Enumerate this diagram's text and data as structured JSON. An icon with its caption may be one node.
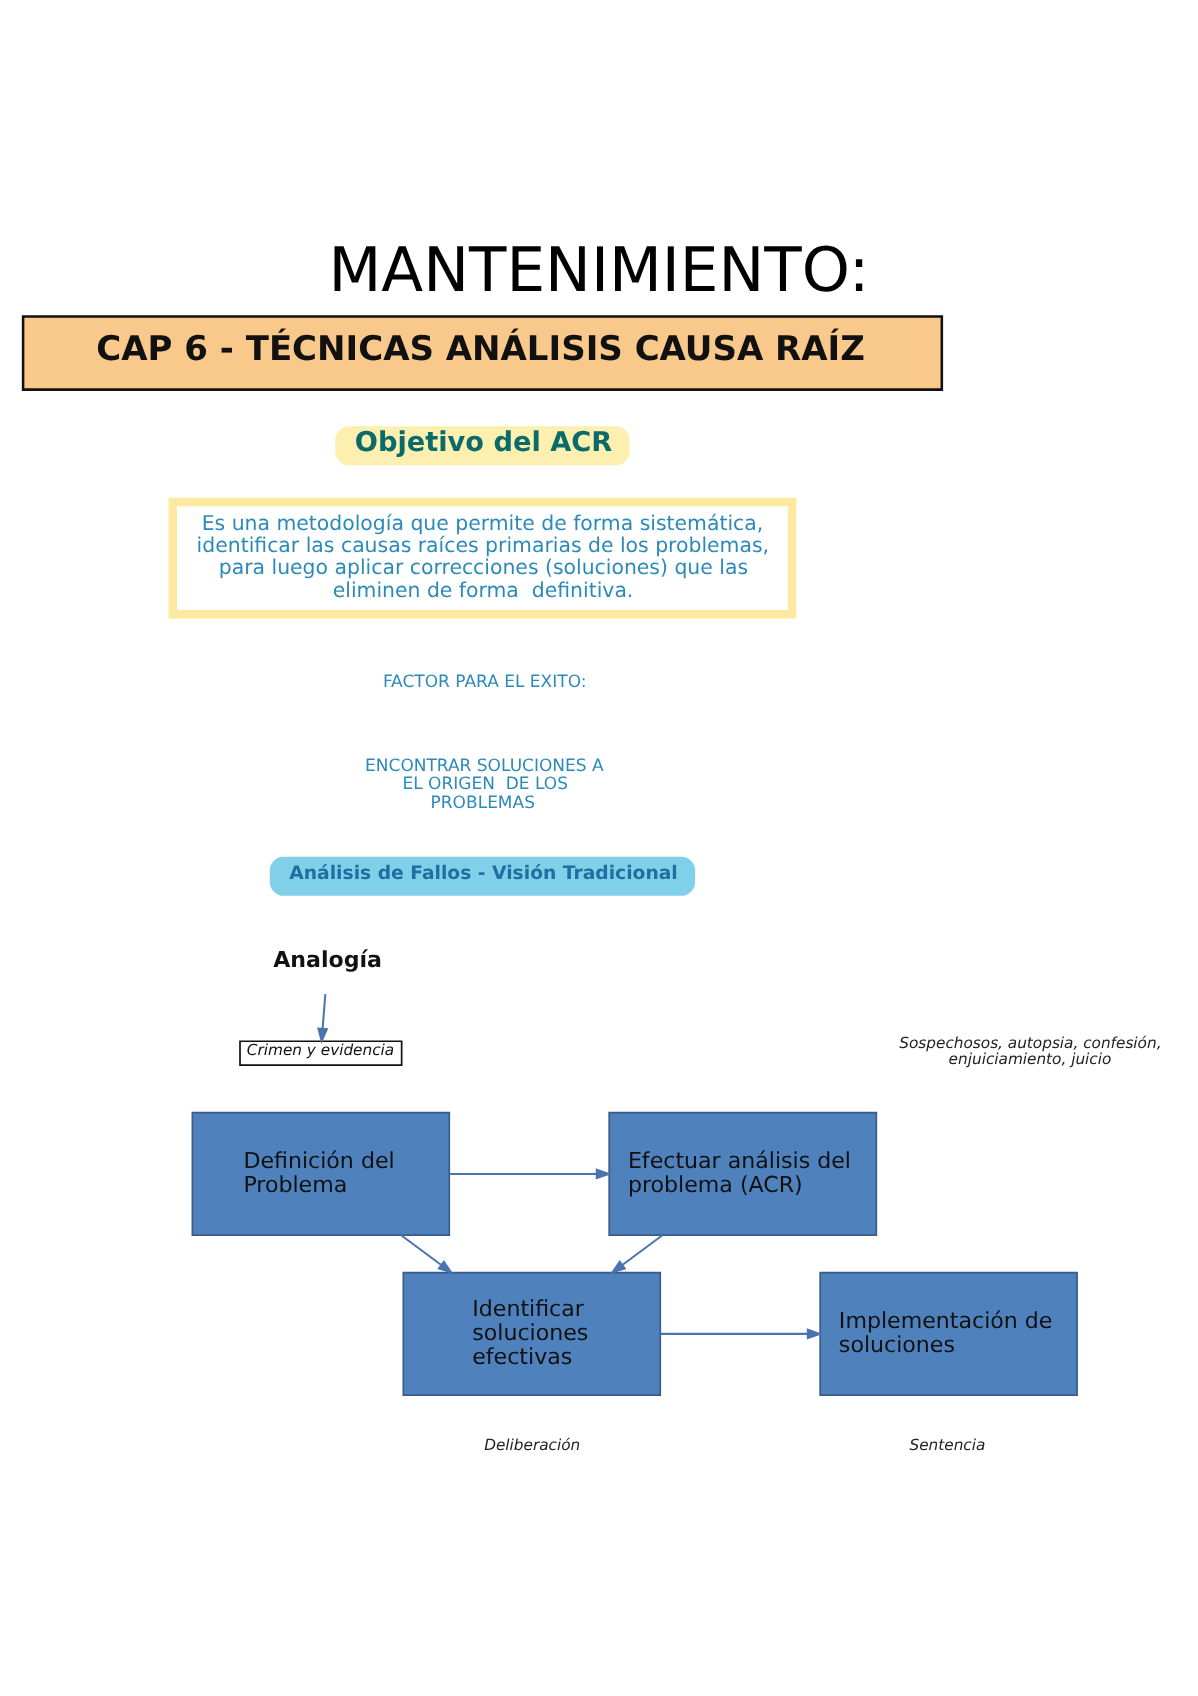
{
  "diagram": {
    "title": "MANTENIMIENTO:",
    "nodes": [
      {
        "text": [
          "CAP 6 - TÉCNICAS ANÁLISIS CAUSA RAÍZ"
        ]
      },
      {
        "text": [
          "Objetivo del ACR"
        ]
      },
      {
        "text": [
          "Es una metodología que permite de forma sistemática, identificar las causas raíces primarias de los problemas, para luego aplicar correcciones (soluciones) que las eliminen de forma  definitiva."
        ]
      },
      {
        "text": [
          "Análisis de Fallos - Visión Tradicional"
        ]
      },
      {
        "text": [
          "Analogía"
        ]
      },
      {
        "text": [
          "Crimen y evidencia"
        ]
      },
      {
        "text": [
          "Definición del Problema"
        ]
      },
      {
        "text": [
          "Efectuar análisis del problema (ACR)"
        ],
        "beside": [
          "Sospechosos, autopsia, confesión, enjuiciamiento, juicio"
        ]
      },
      {
        "text": [
          "Identificar soluciones efectivas"
        ],
        "beside": [
          "Deliberación"
        ]
      },
      {
        "text": [
          "Implementación de soluciones"
        ],
        "beside": [
          "Sentencia"
        ]
      }
    ],
    "edges": [
      {
        "from": 4,
        "to": 5,
        "arrow": "to"
      },
      {
        "from": 6,
        "to": 7,
        "arrow": "to"
      },
      {
        "from": 7,
        "to": 8,
        "arrow": "to"
      },
      {
        "from": 6,
        "to": 8,
        "arrow": "to"
      },
      {
        "from": 8,
        "to": 9,
        "arrow": "to"
      }
    ],
    "labels": [
      "FACTOR PARA EL EXITO:",
      "ENCONTRAR SOLUCIONES A EL ORIGEN  DE LOS PROBLEMAS"
    ]
  }
}
